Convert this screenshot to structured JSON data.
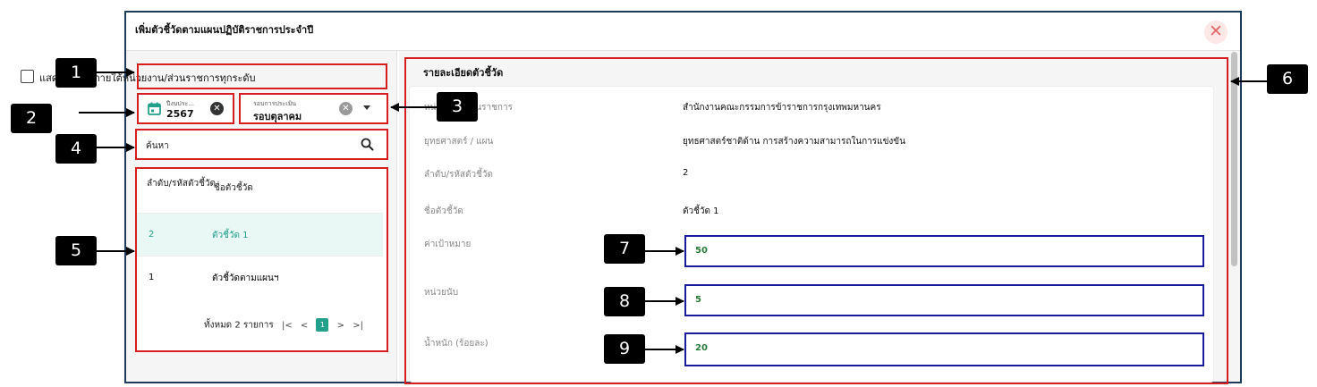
{
  "dialog": {
    "title": "เพิ่มตัวชี้วัดตามแผนปฏิบัติราชการประจำปี",
    "close_glyph": "✕"
  },
  "filters": {
    "show_all_label": "แสดงตัวชี้วัดภายใต้หน่วยงาน/ส่วนราชการทุกระดับ",
    "year_caption": "ปีงบประ...",
    "year_value": "2567",
    "round_caption": "รอบการประเมิน",
    "round_value": "รอบตุลาคม",
    "search_placeholder": "ค้นหา"
  },
  "table": {
    "col_code": "ลำดับ/รหัสตัวชี้วัด",
    "col_name": "ชื่อตัวชี้วัด",
    "rows": [
      {
        "code": "2",
        "name": "ตัวชี้วัด 1"
      },
      {
        "code": "1",
        "name": "ตัวชี้วัดตามแผนฯ"
      }
    ],
    "pager": {
      "total_label": "ทั้งหมด 2 รายการ",
      "first": "|<",
      "prev": "<",
      "current": "1",
      "next": ">",
      "last": ">|"
    }
  },
  "details": {
    "title": "รายละเอียดตัวชี้วัด",
    "agency_label": "หน่วยงาน/ส่วนราชการ",
    "agency_value": "สำนักงานคณะกรรมการข้าราชการกรุงเทพมหานคร",
    "strategy_label": "ยุทธศาสตร์ / แผน",
    "strategy_value": "ยุทธศาสตร์ชาติด้าน การสร้างความสามารถในการแข่งขัน",
    "code_label": "ลำดับ/รหัสตัวชี้วัด",
    "code_value": "2",
    "name_label": "ชื่อตัวชี้วัด",
    "name_value": "ตัวชี้วัด 1",
    "target_label": "ค่าเป้าหมาย",
    "target_value": "50",
    "unit_label": "หน่วยนับ",
    "unit_value": "5",
    "weight_label": "น้ำหนัก (ร้อยละ)",
    "weight_value": "20"
  },
  "annotations": [
    "1",
    "2",
    "3",
    "4",
    "5",
    "6",
    "7",
    "8",
    "9"
  ],
  "colors": {
    "highlight_red": "#d61e1e",
    "highlight_blue": "#1a1a9c",
    "accent_teal": "#22a08c",
    "badge_black": "#000000"
  },
  "icons": {
    "year_icon": "calendar-icon",
    "clear_icon": "clear-circle-icon",
    "search_icon": "search-icon",
    "dropdown_icon": "caret-down-icon",
    "close_icon": "close-icon"
  }
}
